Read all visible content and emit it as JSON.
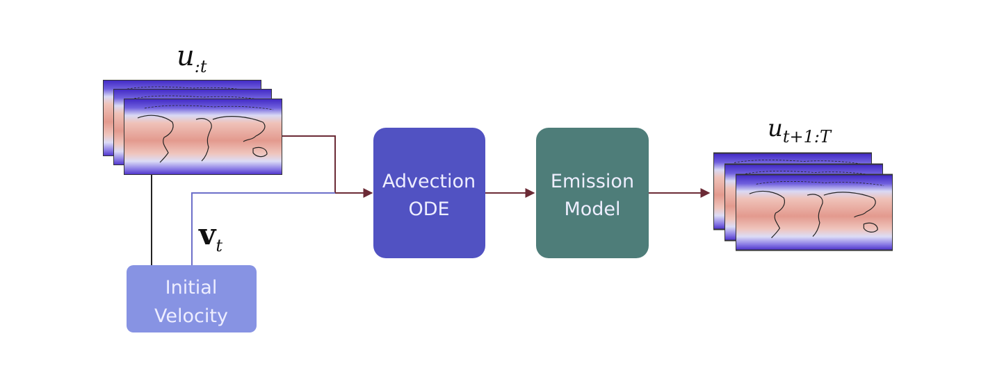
{
  "input_frames": {
    "symbol": "u",
    "subscript": ":t"
  },
  "output_frames": {
    "symbol": "u",
    "subscript": "t+1:T"
  },
  "velocity": {
    "symbol": "v",
    "subscript": "t"
  },
  "nodes": {
    "initial_velocity": {
      "line1": "Initial",
      "line2": "Velocity",
      "color": "#8793E3"
    },
    "advection_ode": {
      "line1": "Advection",
      "line2": "ODE",
      "color": "#5152C2"
    },
    "emission_model": {
      "line1": "Emission",
      "line2": "Model",
      "color": "#4E7D79"
    }
  },
  "colors": {
    "data_arrow": "#6B2A35",
    "velocity_arrow": "#6C6FC9",
    "map_hot": "#E4A095",
    "map_cold": "#4B2FC9"
  },
  "icons": [
    "weather-map-stack-icon",
    "weather-map-stack-icon"
  ]
}
